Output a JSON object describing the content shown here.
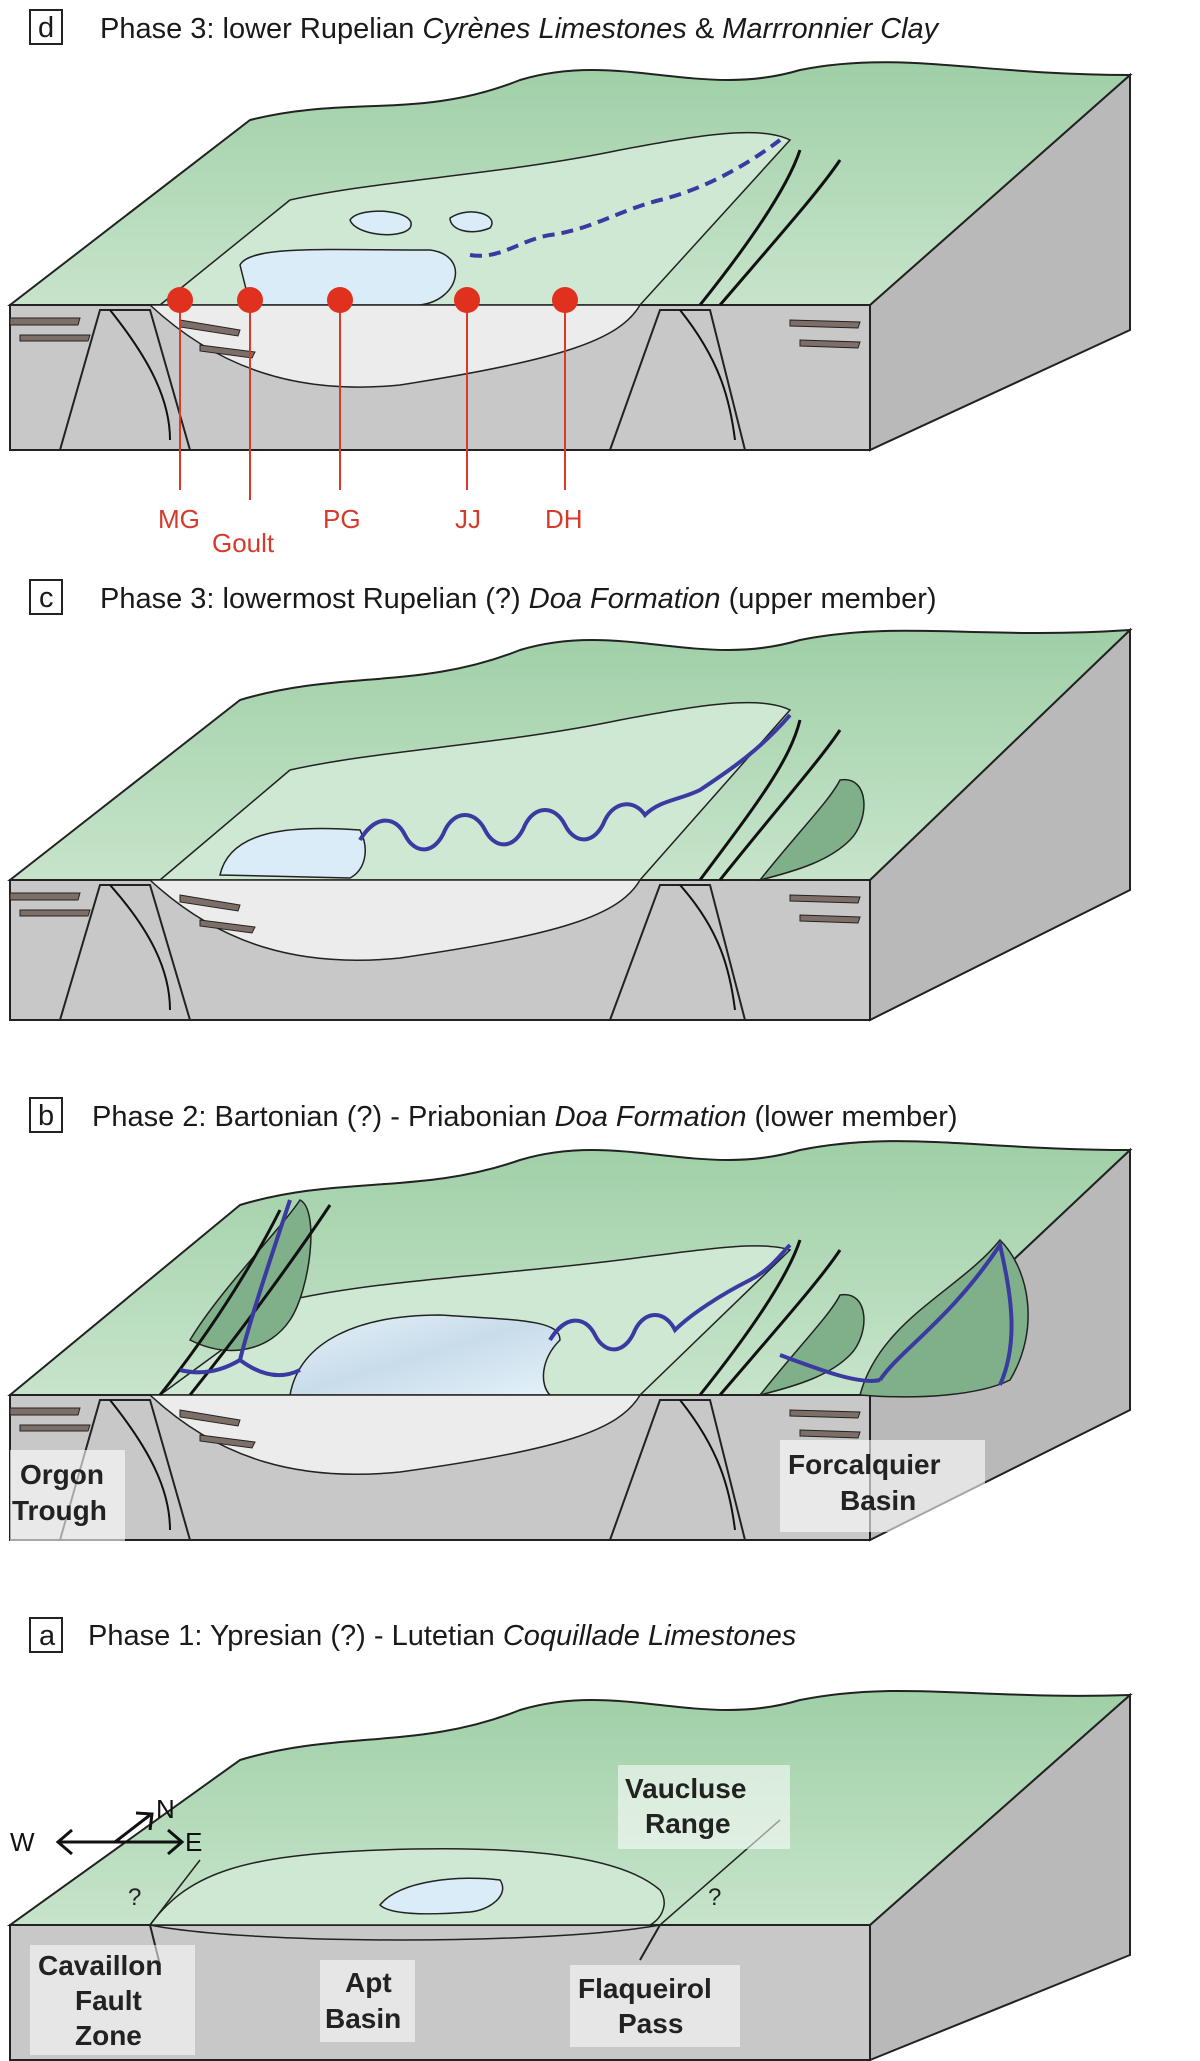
{
  "panels": [
    {
      "letter": "d",
      "title_prefix": "Phase 3: lower Rupelian ",
      "title_italic_1": "Cyrènes Limestones",
      "title_mid": " & ",
      "title_italic_2": "Marrronnier Clay",
      "title_suffix": ""
    },
    {
      "letter": "c",
      "title_prefix": "Phase 3: lowermost Rupelian (?) ",
      "title_italic_1": "Doa Formation",
      "title_mid": " (upper member)",
      "title_italic_2": "",
      "title_suffix": ""
    },
    {
      "letter": "b",
      "title_prefix": "Phase 2: Bartonian (?) - Priabonian ",
      "title_italic_1": "Doa Formation",
      "title_mid": " (lower member)",
      "title_italic_2": "",
      "title_suffix": ""
    },
    {
      "letter": "a",
      "title_prefix": "Phase 1: Ypresian (?) - Lutetian ",
      "title_italic_1": "Coquillade Limestones",
      "title_mid": "",
      "title_italic_2": "",
      "title_suffix": ""
    }
  ],
  "sites": [
    "MG",
    "Goult",
    "PG",
    "JJ",
    "DH"
  ],
  "panel_b_labels": {
    "orgon_1": "Orgon",
    "orgon_2": "Trough",
    "forcalquier_1": "Forcalquier",
    "forcalquier_2": "Basin"
  },
  "panel_a_labels": {
    "vaucluse_1": "Vaucluse",
    "vaucluse_2": "Range",
    "cavaillon_1": "Cavaillon",
    "cavaillon_2": "Fault",
    "cavaillon_3": "Zone",
    "apt_1": "Apt",
    "apt_2": "Basin",
    "flaqueirol_1": "Flaqueirol",
    "flaqueirol_2": "Pass",
    "question": "?"
  },
  "compass": {
    "north": "N",
    "west": "W",
    "east": "E"
  },
  "colors": {
    "land_green": "#a9d3ad",
    "land_dark_green": "#7fb08a",
    "lowland_green": "#cfe8d3",
    "lake_blue": "#d9ecf7",
    "basement_gray": "#c8c8c8",
    "fill_light_gray": "#ececec",
    "brown_layers": "#7e6e68",
    "river_blue": "#3a3aa0",
    "site_red": "#e0301e"
  }
}
